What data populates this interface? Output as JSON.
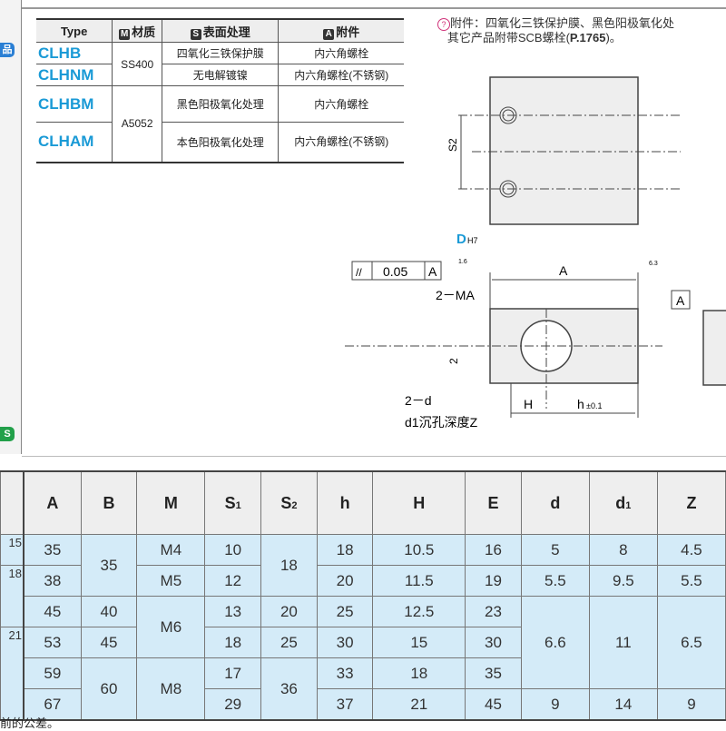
{
  "sidebar": {
    "badges": [
      {
        "label": "品",
        "color": "#2a7fd4"
      },
      {
        "label": "S",
        "color": "#22a04a"
      }
    ]
  },
  "spec_table": {
    "headers": {
      "type": "Type",
      "material_icon": "M",
      "material": "材质",
      "surface_icon": "S",
      "surface": "表面处理",
      "accessory_icon": "A",
      "accessory": "附件"
    },
    "rows": [
      {
        "type": "CLHB",
        "material": "SS400",
        "surface": "四氧化三铁保护膜",
        "accessory": "内六角螺栓"
      },
      {
        "type": "CLHNM",
        "surface": "无电解镀镍",
        "accessory": "内六角螺栓(不锈钢)"
      },
      {
        "type": "CLHBM",
        "material": "A5052",
        "surface": "黑色阳极氧化处理",
        "accessory": "内六角螺栓"
      },
      {
        "type": "CLHAM",
        "surface": "本色阳极氧化处理",
        "accessory": "内六角螺栓(不锈钢)"
      }
    ]
  },
  "note": {
    "line1": "附件：四氧化三铁保护膜、黑色阳极氧化处",
    "line2": "其它产品附带SCB螺栓(",
    "ref": "P.1765",
    "line2_end": ")。"
  },
  "drawing": {
    "s2": "S2",
    "d_label": "D",
    "d_tol": "H7",
    "rough1": "1.6",
    "rough2": "6.3",
    "parallel": "//",
    "tol": "0.05",
    "datum": "A",
    "dim_a": "A",
    "ma": "2－MA",
    "dim_2": "2",
    "d2": "2－d",
    "counterbore": "d1沉孔深度Z",
    "dim_H": "H",
    "dim_h": "h",
    "dim_h_tol": "±0.1"
  },
  "dims_table": {
    "headers": [
      "A",
      "B",
      "M",
      "S",
      "S",
      "h",
      "H",
      "E",
      "d",
      "d",
      "Z"
    ],
    "header_subs": [
      "",
      "",
      "",
      "1",
      "2",
      "",
      "",
      "",
      "",
      "1",
      ""
    ],
    "left_values": [
      "15",
      "18",
      "21"
    ],
    "rows": [
      [
        "35",
        "35",
        "M4",
        "10",
        "18",
        "18",
        "10.5",
        "16",
        "5",
        "8",
        "4.5"
      ],
      [
        "38",
        "",
        "M5",
        "12",
        "",
        "20",
        "11.5",
        "19",
        "5.5",
        "9.5",
        "5.5"
      ],
      [
        "45",
        "40",
        "M6",
        "13",
        "20",
        "25",
        "12.5",
        "23",
        "6.6",
        "11",
        "6.5"
      ],
      [
        "53",
        "45",
        "",
        "18",
        "25",
        "30",
        "15",
        "30",
        "",
        "",
        ""
      ],
      [
        "59",
        "60",
        "M8",
        "17",
        "36",
        "33",
        "18",
        "35",
        "",
        "",
        ""
      ],
      [
        "67",
        "",
        "",
        "29",
        "",
        "37",
        "21",
        "45",
        "9",
        "14",
        "9"
      ]
    ]
  },
  "footer": "前的公差。"
}
